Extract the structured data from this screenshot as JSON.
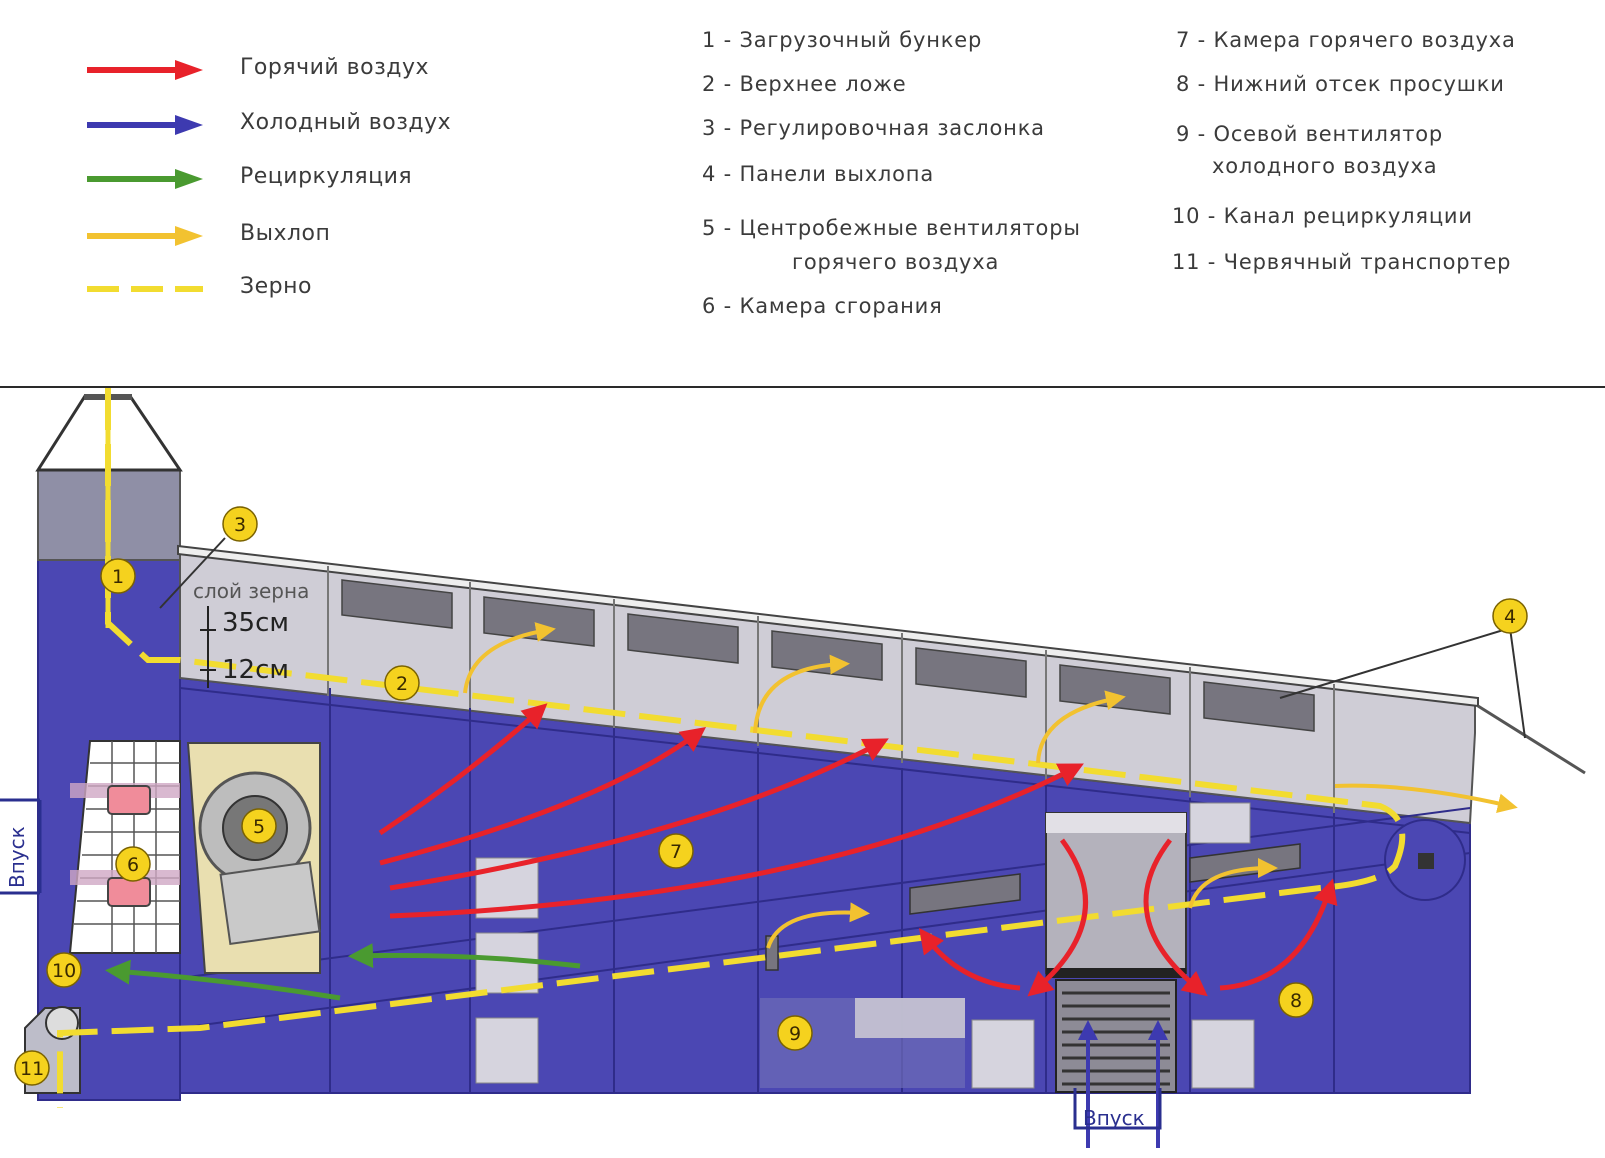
{
  "legend": {
    "items": [
      {
        "label": "Горячий воздух",
        "color": "#e8222a",
        "style": "arrow"
      },
      {
        "label": "Холодный воздух",
        "color": "#3d3ab0",
        "style": "arrow"
      },
      {
        "label": "Рециркуляция",
        "color": "#4a9a30",
        "style": "arrow"
      },
      {
        "label": "Выхлоп",
        "color": "#f2c230",
        "style": "arrow"
      },
      {
        "label": "Зерно",
        "color": "#f2dc30",
        "style": "dashed"
      }
    ]
  },
  "key": {
    "col1": [
      "1 - Загрузочный бункер",
      "2 - Верхнее ложе",
      "3 - Регулировочная заслонка",
      "4 - Панели выхлопа",
      "5 - Центробежные вентиляторы",
      "горячего воздуха",
      "6 - Камера сгорания"
    ],
    "col2": [
      "7 - Камера горячего воздуха",
      "8 - Нижний отсек просушки",
      "9 - Осевой вентилятор",
      "холодного воздуха",
      "10 - Канал рециркуляции",
      "11 - Червячный транспортер"
    ]
  },
  "diagram": {
    "grain_layer_label": "слой зерна",
    "dim_top": "35см",
    "dim_bottom": "12см",
    "inlet_left": "Впуск",
    "inlet_bottom": "Впуск",
    "callouts": [
      "1",
      "2",
      "3",
      "4",
      "5",
      "6",
      "7",
      "8",
      "9",
      "10",
      "11"
    ],
    "colors": {
      "body": "#4b47b3",
      "body_dark": "#2f2c8a",
      "panel": "#cfcdd6",
      "hot_air": "#e8222a",
      "exhaust": "#f2c230",
      "grain": "#f2dc30",
      "recirc": "#4a9a30",
      "callout_fill": "#f5d21e"
    }
  }
}
